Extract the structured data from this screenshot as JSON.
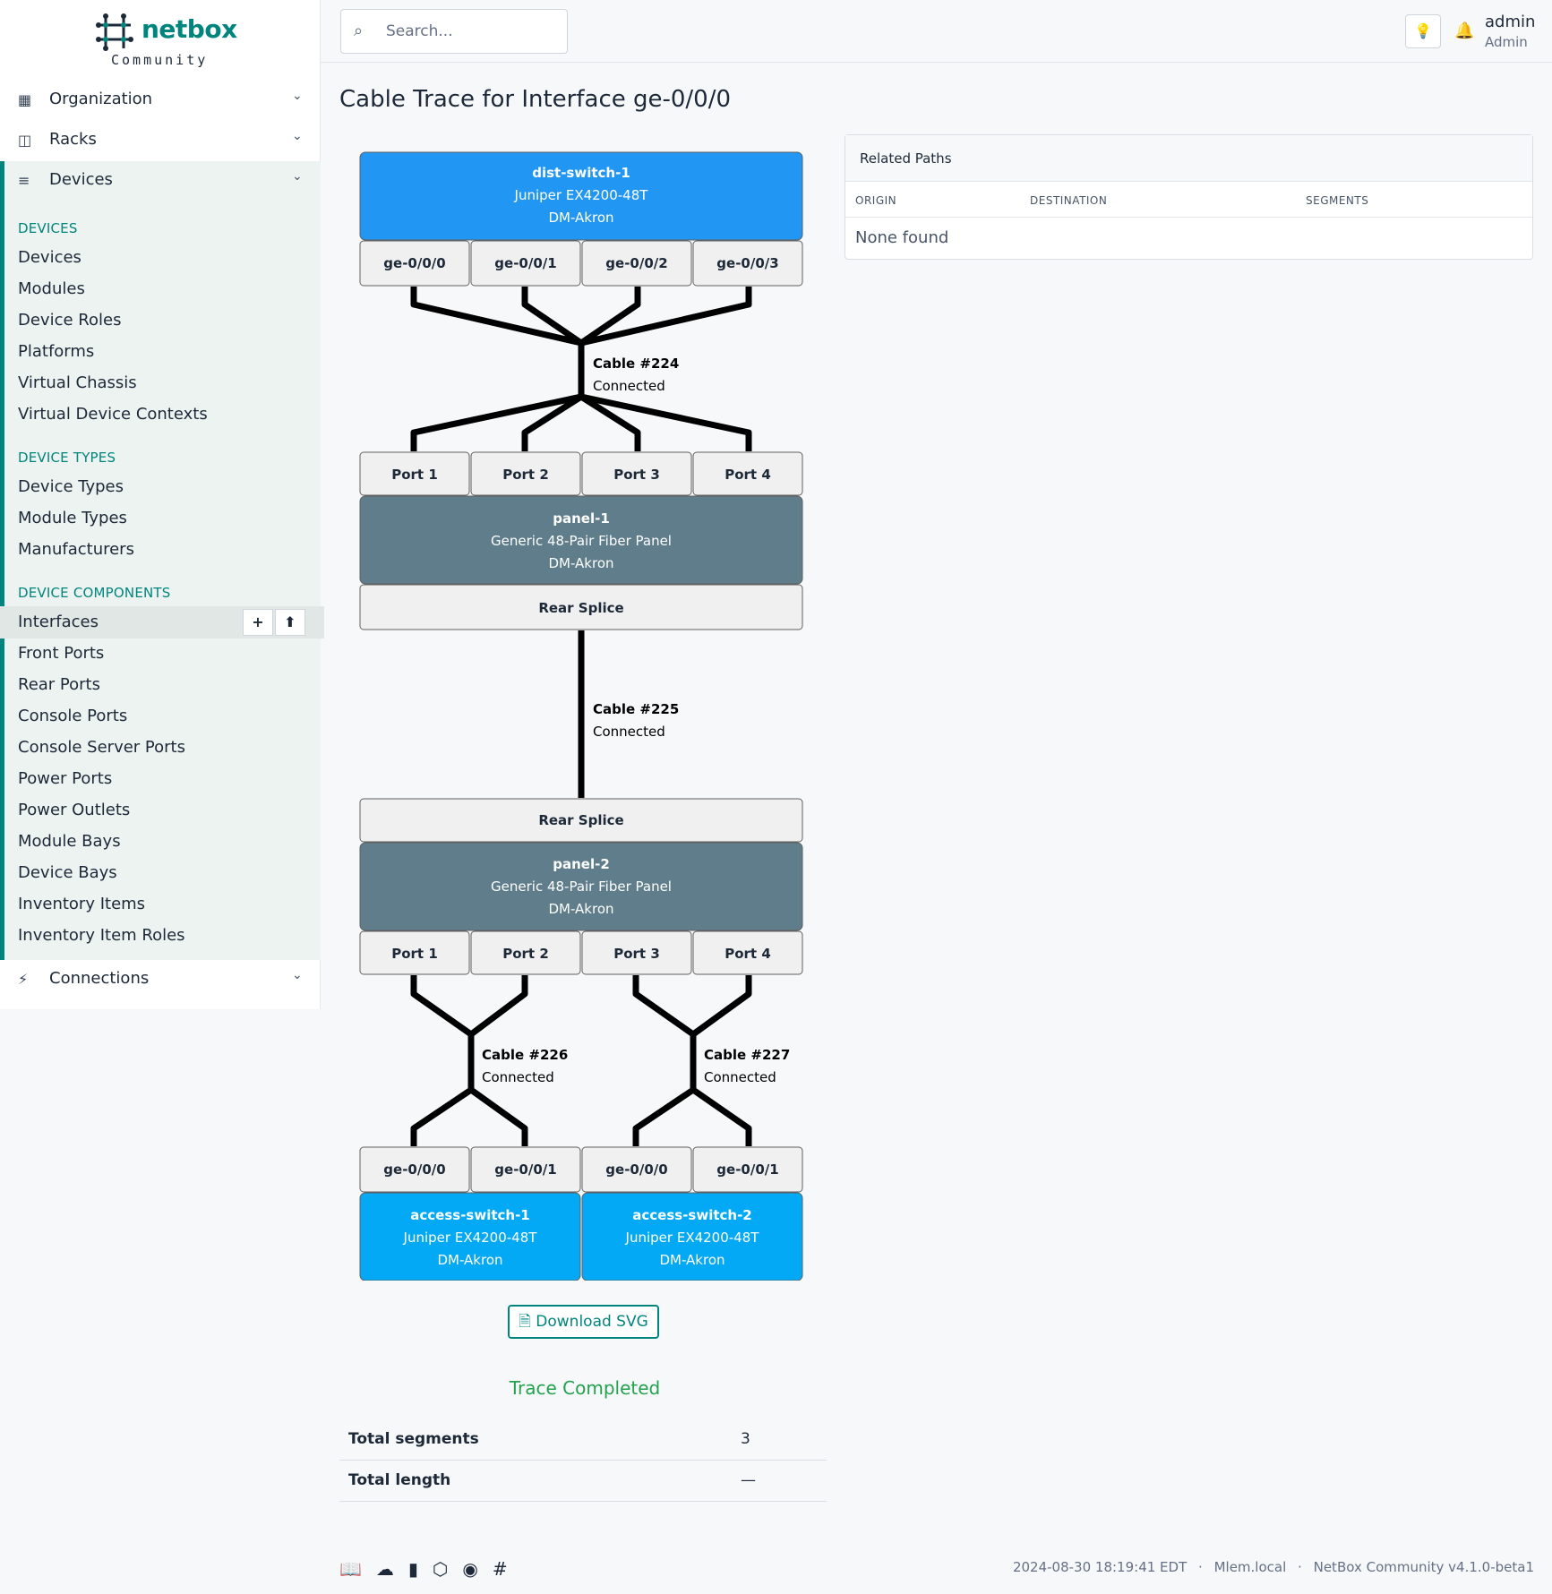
{
  "brand": {
    "name": "netbox",
    "edition": "Community"
  },
  "nav": {
    "top": [
      {
        "label": "Organization",
        "icon": "building-icon"
      },
      {
        "label": "Racks",
        "icon": "rack-icon"
      },
      {
        "label": "Devices",
        "icon": "server-icon"
      }
    ],
    "devices_section": {
      "groups": [
        {
          "heading": "DEVICES",
          "items": [
            "Devices",
            "Modules",
            "Device Roles",
            "Platforms",
            "Virtual Chassis",
            "Virtual Device Contexts"
          ]
        },
        {
          "heading": "DEVICE TYPES",
          "items": [
            "Device Types",
            "Module Types",
            "Manufacturers"
          ]
        },
        {
          "heading": "DEVICE COMPONENTS",
          "items": [
            "Interfaces",
            "Front Ports",
            "Rear Ports",
            "Console Ports",
            "Console Server Ports",
            "Power Ports",
            "Power Outlets",
            "Module Bays",
            "Device Bays",
            "Inventory Items",
            "Inventory Item Roles"
          ]
        }
      ],
      "active_item": "Interfaces",
      "active_actions": [
        "+",
        "⬆"
      ]
    },
    "bottom": {
      "label": "Connections",
      "icon": "plug-icon"
    }
  },
  "header": {
    "search_placeholder": "Search...",
    "user": {
      "name": "admin",
      "role": "Admin"
    }
  },
  "page": {
    "title": "Cable Trace for Interface ge-0/0/0"
  },
  "trace": {
    "top_device": {
      "name": "dist-switch-1",
      "type": "Juniper EX4200-48T",
      "site": "DM-Akron",
      "color": "#2196f3"
    },
    "top_ports": [
      "ge-0/0/0",
      "ge-0/0/1",
      "ge-0/0/2",
      "ge-0/0/3"
    ],
    "cable_1": {
      "label": "Cable #224",
      "status": "Connected"
    },
    "panel_1_ports": [
      "Port 1",
      "Port 2",
      "Port 3",
      "Port 4"
    ],
    "panel_1": {
      "name": "panel-1",
      "type": "Generic 48-Pair Fiber Panel",
      "site": "DM-Akron",
      "color": "#607d8b"
    },
    "panel_1_rear": "Rear Splice",
    "cable_2": {
      "label": "Cable #225",
      "status": "Connected"
    },
    "panel_2_rear": "Rear Splice",
    "panel_2": {
      "name": "panel-2",
      "type": "Generic 48-Pair Fiber Panel",
      "site": "DM-Akron",
      "color": "#607d8b"
    },
    "panel_2_ports": [
      "Port 1",
      "Port 2",
      "Port 3",
      "Port 4"
    ],
    "cable_3": {
      "label": "Cable #226",
      "status": "Connected"
    },
    "cable_4": {
      "label": "Cable #227",
      "status": "Connected"
    },
    "bottom_ports": [
      "ge-0/0/0",
      "ge-0/0/1",
      "ge-0/0/0",
      "ge-0/0/1"
    ],
    "bottom_devices": [
      {
        "name": "access-switch-1",
        "type": "Juniper EX4200-48T",
        "site": "DM-Akron",
        "color": "#03a9f4"
      },
      {
        "name": "access-switch-2",
        "type": "Juniper EX4200-48T",
        "site": "DM-Akron",
        "color": "#03a9f4"
      }
    ]
  },
  "related_paths": {
    "title": "Related Paths",
    "columns": [
      "ORIGIN",
      "DESTINATION",
      "SEGMENTS"
    ],
    "empty_text": "None found"
  },
  "actions": {
    "download_svg": "Download SVG"
  },
  "status": {
    "text": "Trace Completed",
    "color": "#23a24d"
  },
  "summary": [
    {
      "key": "Total segments",
      "value": "3"
    },
    {
      "key": "Total length",
      "value": "—"
    }
  ],
  "footer": {
    "icons": [
      "docs-icon",
      "cloud-icon",
      "bookmark-icon",
      "graphql-icon",
      "github-icon",
      "slack-icon"
    ],
    "timestamp": "2024-08-30 18:19:41 EDT",
    "host": "Mlem.local",
    "version": "NetBox Community v4.1.0-beta1"
  }
}
